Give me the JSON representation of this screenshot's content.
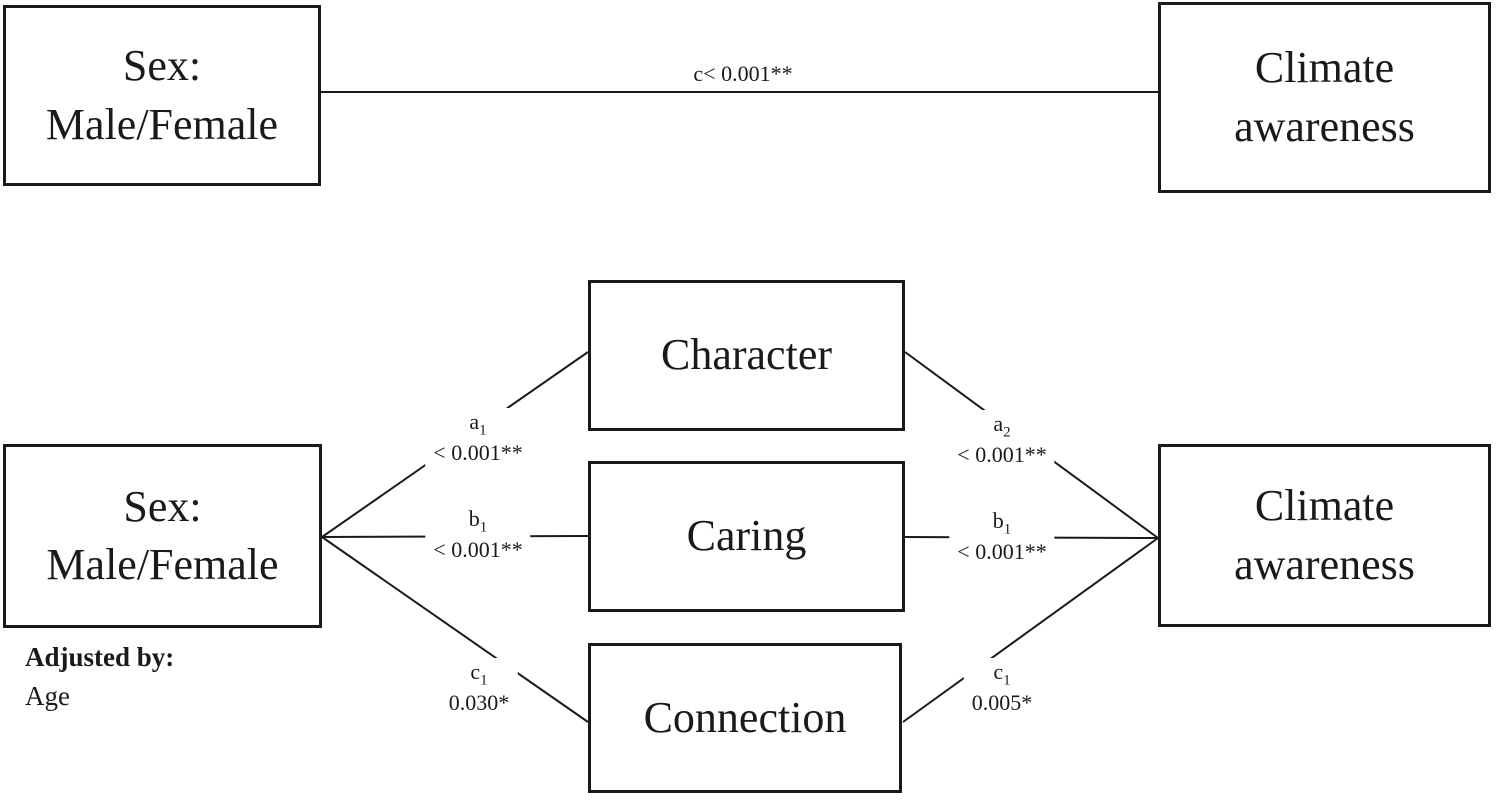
{
  "figure": {
    "kind": "mediation-path-diagram"
  },
  "colors": {
    "line": "#1a1a1a",
    "box_border": "#1a1a1a",
    "text": "#1a1a1a",
    "background": "#ffffff"
  },
  "total_effect_model": {
    "predictor_box": {
      "line1": "Sex:",
      "line2": "Male/Female"
    },
    "outcome_box": {
      "line1": "Climate",
      "line2": "awareness"
    },
    "path_c": {
      "coef": "c",
      "value": "< 0.001**"
    }
  },
  "mediation_model": {
    "predictor_box": {
      "line1": "Sex:",
      "line2": "Male/Female"
    },
    "outcome_box": {
      "line1": "Climate",
      "line2": "awareness"
    },
    "mediator_boxes": [
      {
        "label": "Character"
      },
      {
        "label": "Caring"
      },
      {
        "label": "Connection"
      }
    ],
    "adjusted_by": {
      "label": "Adjusted by:",
      "value": "Age"
    },
    "paths_left": [
      {
        "coef": "a",
        "sub": "1",
        "value": "< 0.001**"
      },
      {
        "coef": "b",
        "sub": "1",
        "value": "< 0.001**"
      },
      {
        "coef": "c",
        "sub": "1",
        "value": "0.030*"
      }
    ],
    "paths_right": [
      {
        "coef": "a",
        "sub": "2",
        "value": "< 0.001**"
      },
      {
        "coef": "b",
        "sub": "1",
        "value": "< 0.001**"
      },
      {
        "coef": "c",
        "sub": "1",
        "value": "0.005*"
      }
    ]
  }
}
